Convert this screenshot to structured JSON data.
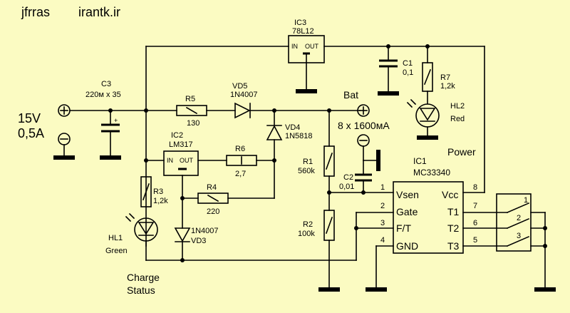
{
  "header": {
    "author": "jfrras",
    "site": "irantk.ir"
  },
  "source": {
    "voltage": "15V",
    "current": "0,5A"
  },
  "battery": {
    "label": "Bat",
    "spec": "8 x 1600мA"
  },
  "components": {
    "ic3": {
      "ref": "IC3",
      "part": "78L12",
      "pin_in": "IN",
      "pin_out": "OUT"
    },
    "ic2": {
      "ref": "IC2",
      "part": "LM317",
      "pin_in": "IN",
      "pin_out": "OUT"
    },
    "ic1": {
      "ref": "IC1",
      "part": "MC33340",
      "pins": {
        "vsen": "Vsen",
        "gate": "Gate",
        "ft": "F/T",
        "gnd": "GND",
        "vcc": "Vcc",
        "t1": "T1",
        "t2": "T2",
        "t3": "T3"
      },
      "pin_numbers": {
        "p1": "1",
        "p2": "2",
        "p3": "3",
        "p4": "4",
        "p5": "5",
        "p6": "6",
        "p7": "7",
        "p8": "8"
      }
    },
    "c3": {
      "ref": "C3",
      "value": "220м  x 35"
    },
    "c1": {
      "ref": "C1",
      "value": "0,1"
    },
    "c2": {
      "ref": "C2",
      "value": "0,01"
    },
    "r5": {
      "ref": "R5",
      "value": "130"
    },
    "r6": {
      "ref": "R6",
      "value": "2,7"
    },
    "r4": {
      "ref": "R4",
      "value": "220"
    },
    "r3": {
      "ref": "R3",
      "value": "1,2k"
    },
    "r1": {
      "ref": "R1",
      "value": "560k"
    },
    "r2": {
      "ref": "R2",
      "value": "100k"
    },
    "r7": {
      "ref": "R7",
      "value": "1,2k"
    },
    "vd5": {
      "ref": "VD5",
      "part": "1N4007"
    },
    "vd4": {
      "ref": "VD4",
      "part": "1N5818"
    },
    "vd3": {
      "ref": "VD3",
      "part": "1N4007"
    },
    "hl1": {
      "ref": "HL1",
      "color": "Green"
    },
    "hl2": {
      "ref": "HL2",
      "color": "Red"
    },
    "switch": {
      "p1": "1",
      "p2": "2",
      "p3": "3"
    }
  },
  "captions": {
    "power": "Power",
    "charge_1": "Charge",
    "charge_2": "Status"
  }
}
